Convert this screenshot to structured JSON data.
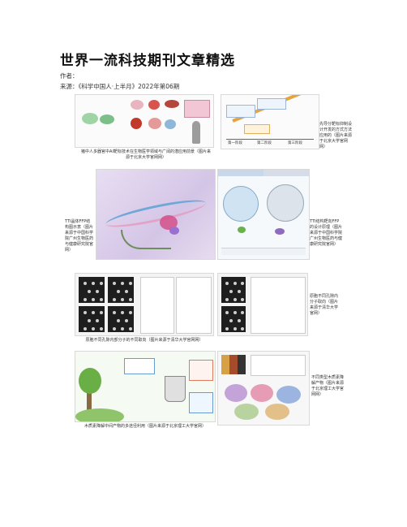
{
  "header": {
    "title": "世界一流科技期刊文章精选",
    "author_label": "作者：",
    "source_label": "来源：《科学中国人·上半月》2022年第06期"
  },
  "figures": {
    "fig1_caption": "猪中人多器官中AI靶标技术在生物医学领域与广阔的潜应用前景（图片来源于北京大学官网网）",
    "fig2_caption": "先导分靶标抑制设计开发的方式方法应用的（图片来源于北京大学官网网）",
    "fig3_caption": "TTI晶体FFP结构图示意（图片来源于中国科学院广州生物医药与健康研究院官网）",
    "fig4_caption": "TTI结构靶向FFP的设计原理（图片来源于中国科学院广州生物医药与健康研究院官网）",
    "fig5_caption": "原胞不同孔隙内部分子的不同取向（图片来源于清华大学官网网）",
    "fig6_caption": "原胞不同孔隙内分子取向（图片来源于清华大学官网）",
    "fig7_caption": "木质素降解中间产物的多途径利用（图片来源于北京理工大学官网）",
    "fig8_caption": "不同类型木质素降解产物（图片来源于北京理工大学官网网）",
    "diagram_labels": {
      "stage1": "第一阶段",
      "stage2": "第二阶段",
      "stage3": "第三阶段"
    }
  }
}
